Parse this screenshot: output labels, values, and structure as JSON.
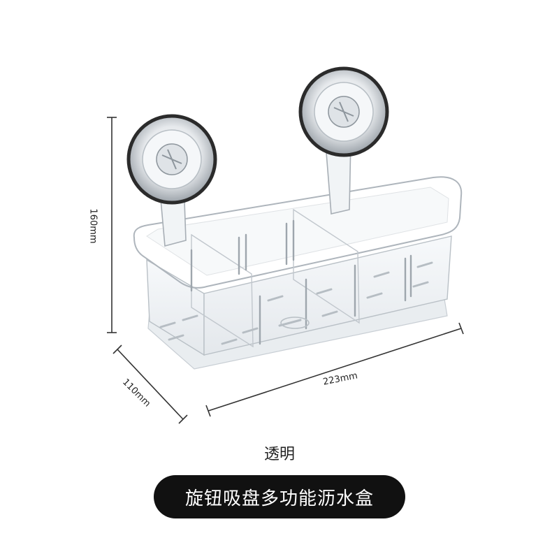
{
  "dimensions": {
    "height_label": "160mm",
    "width_label": "223mm",
    "depth_label": "110mm"
  },
  "product": {
    "color_label": "透明",
    "title": "旋钮吸盘多功能沥水盒"
  },
  "colors": {
    "background": "#ffffff",
    "pill": "#111111",
    "pill_text": "#ffffff",
    "line": "#333333"
  }
}
